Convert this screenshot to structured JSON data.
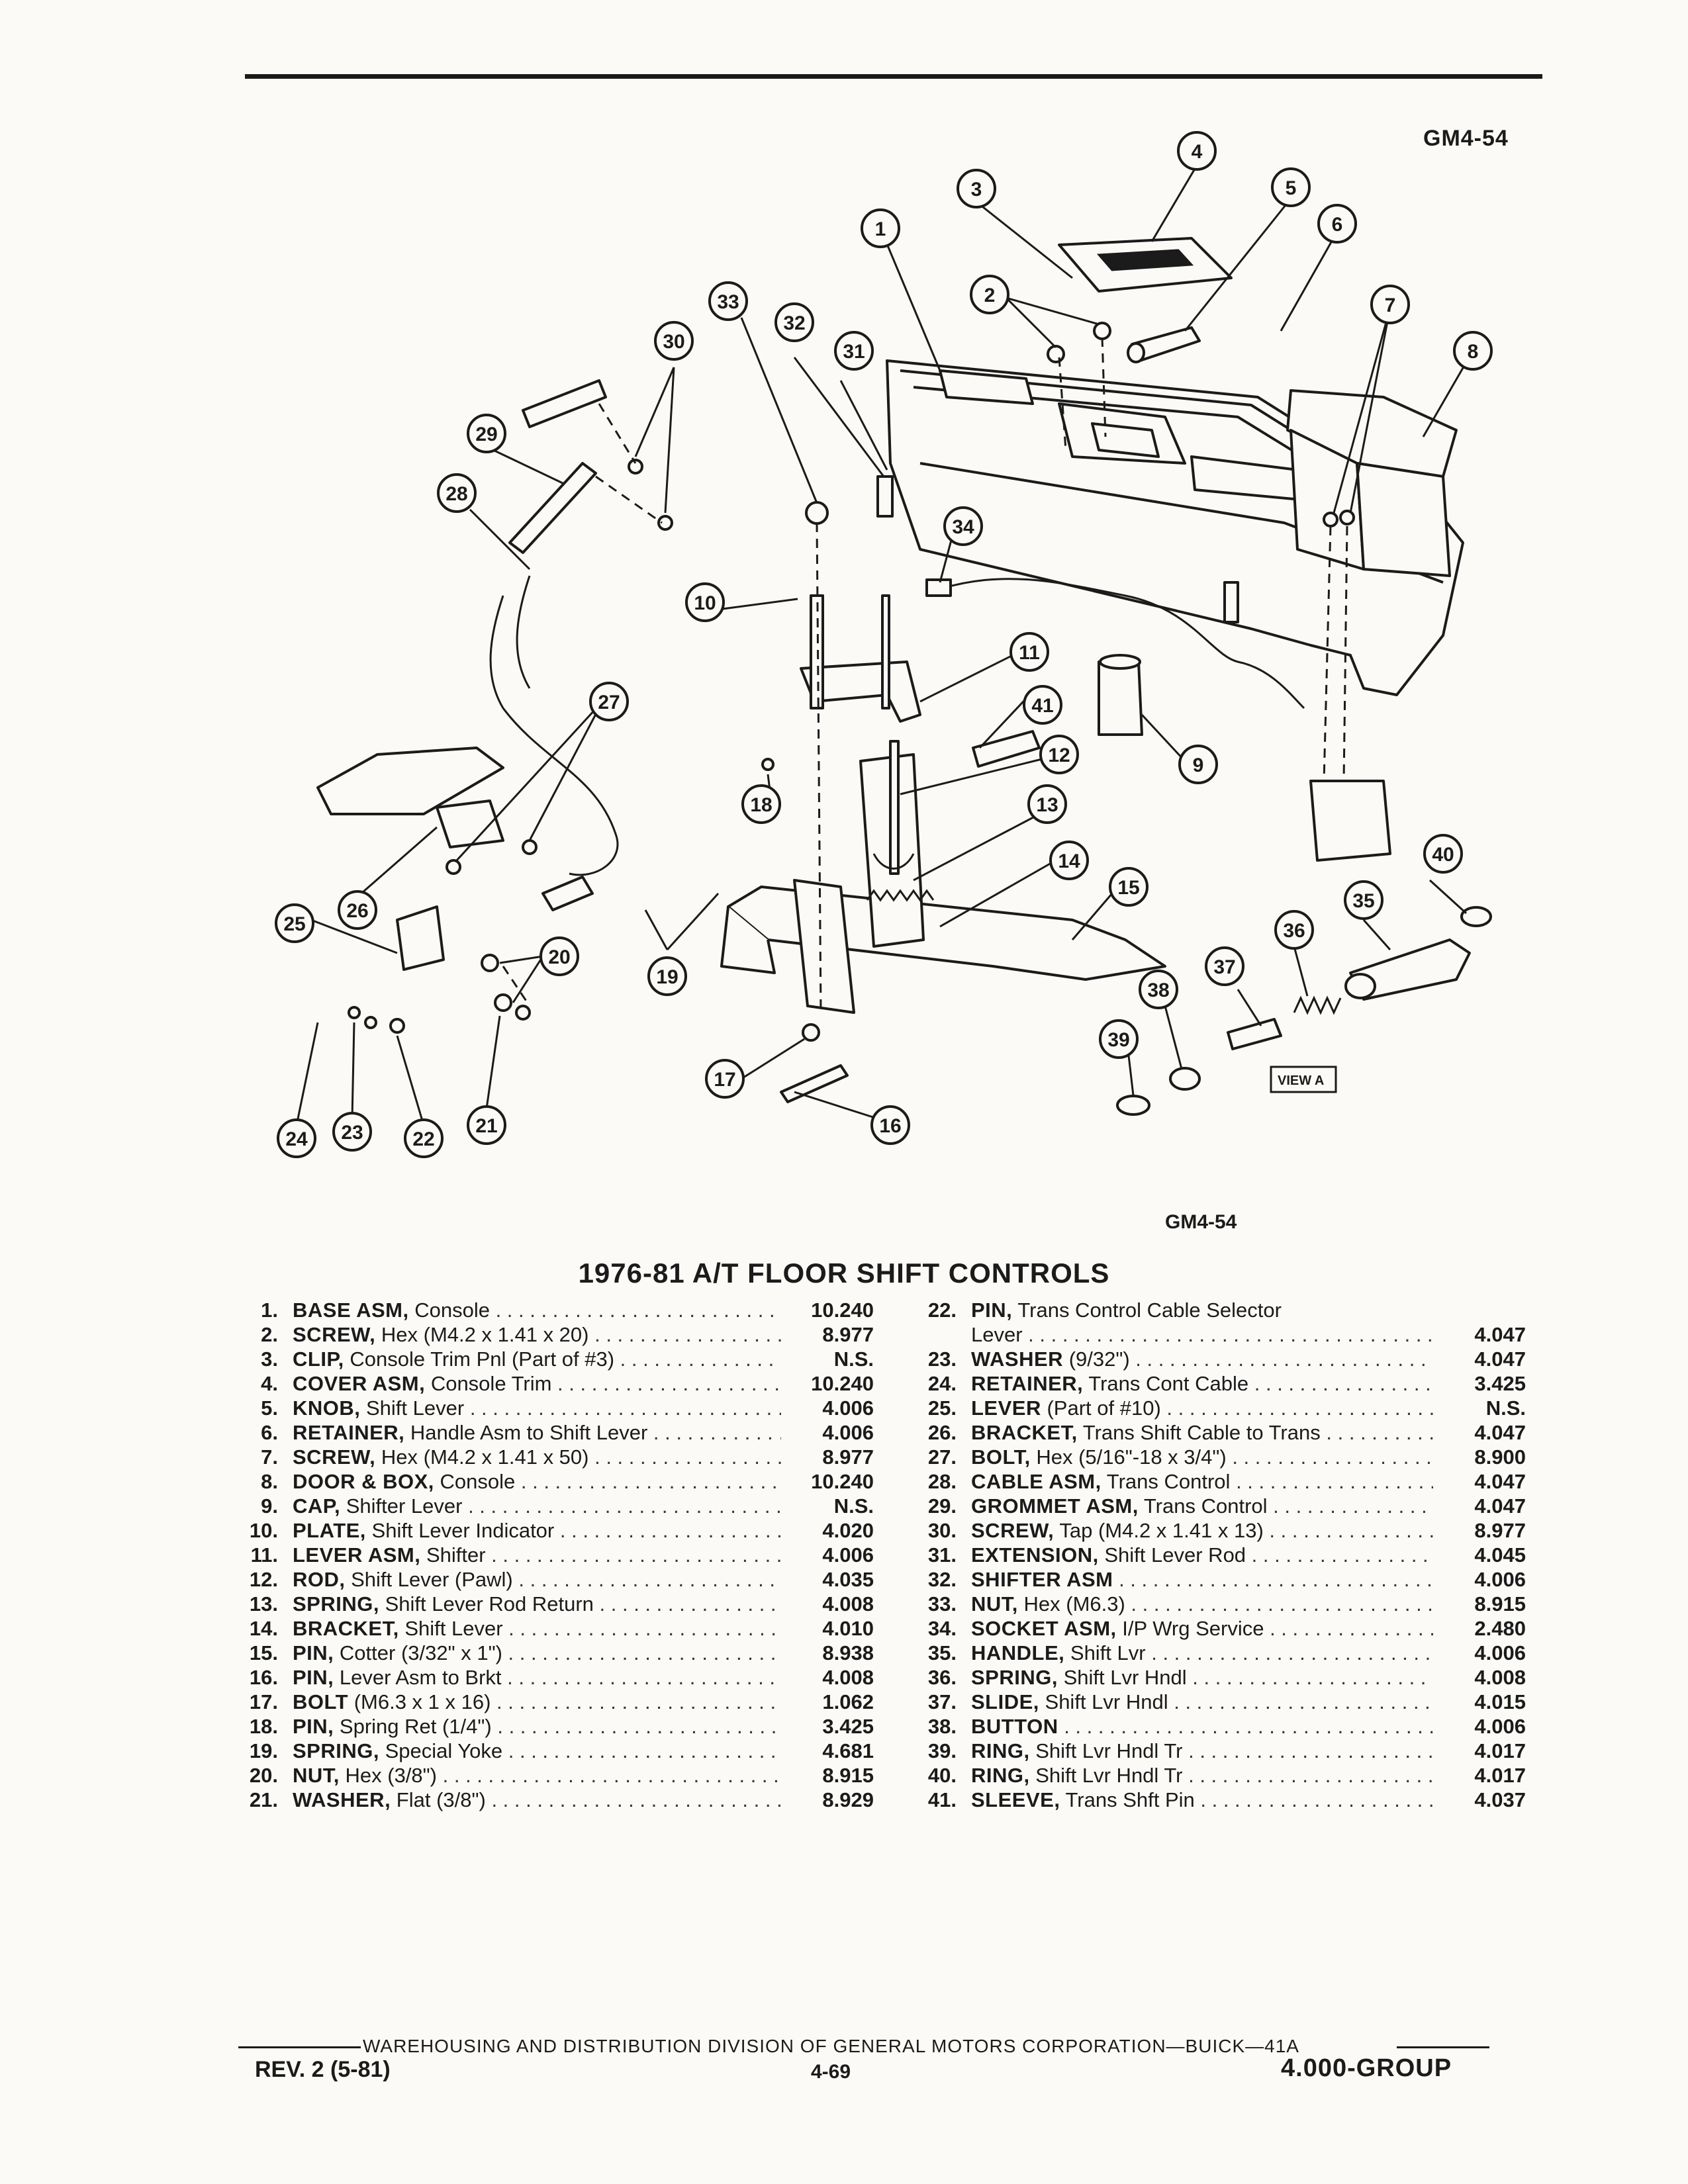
{
  "figure_id": "GM4-54",
  "table_title": "1976-81 A/T FLOOR SHIFT CONTROLS",
  "view_label": "VIEW A",
  "parts_left": [
    {
      "num": "1.",
      "name": "BASE ASM,",
      "desc": "Console",
      "code": "10.240"
    },
    {
      "num": "2.",
      "name": "SCREW,",
      "desc": "Hex (M4.2 x 1.41 x 20)",
      "code": "8.977"
    },
    {
      "num": "3.",
      "name": "CLIP,",
      "desc": "Console Trim Pnl (Part of #3)",
      "code": "N.S."
    },
    {
      "num": "4.",
      "name": "COVER ASM,",
      "desc": "Console Trim",
      "code": "10.240"
    },
    {
      "num": "5.",
      "name": "KNOB,",
      "desc": "Shift Lever",
      "code": "4.006"
    },
    {
      "num": "6.",
      "name": "RETAINER,",
      "desc": "Handle Asm to Shift Lever",
      "code": "4.006"
    },
    {
      "num": "7.",
      "name": "SCREW,",
      "desc": "Hex (M4.2 x 1.41 x 50)",
      "code": "8.977"
    },
    {
      "num": "8.",
      "name": "DOOR & BOX,",
      "desc": "Console",
      "code": "10.240"
    },
    {
      "num": "9.",
      "name": "CAP,",
      "desc": "Shifter Lever",
      "code": "N.S."
    },
    {
      "num": "10.",
      "name": "PLATE,",
      "desc": "Shift Lever Indicator",
      "code": "4.020"
    },
    {
      "num": "11.",
      "name": "LEVER ASM,",
      "desc": "Shifter",
      "code": "4.006"
    },
    {
      "num": "12.",
      "name": "ROD,",
      "desc": "Shift Lever (Pawl)",
      "code": "4.035"
    },
    {
      "num": "13.",
      "name": "SPRING,",
      "desc": "Shift Lever Rod Return",
      "code": "4.008"
    },
    {
      "num": "14.",
      "name": "BRACKET,",
      "desc": "Shift Lever",
      "code": "4.010"
    },
    {
      "num": "15.",
      "name": "PIN,",
      "desc": "Cotter (3/32\" x 1\")",
      "code": "8.938"
    },
    {
      "num": "16.",
      "name": "PIN,",
      "desc": "Lever Asm to Brkt",
      "code": "4.008"
    },
    {
      "num": "17.",
      "name": "BOLT",
      "desc": "(M6.3 x 1 x 16)",
      "code": "1.062"
    },
    {
      "num": "18.",
      "name": "PIN,",
      "desc": "Spring Ret (1/4\")",
      "code": "3.425"
    },
    {
      "num": "19.",
      "name": "SPRING,",
      "desc": "Special Yoke",
      "code": "4.681"
    },
    {
      "num": "20.",
      "name": "NUT,",
      "desc": "Hex (3/8\")",
      "code": "8.915"
    },
    {
      "num": "21.",
      "name": "WASHER,",
      "desc": "Flat (3/8\")",
      "code": "8.929"
    }
  ],
  "parts_right": [
    {
      "num": "22.",
      "name": "PIN,",
      "desc": "Trans Control Cable Selector",
      "code": ""
    },
    {
      "num": "",
      "name": "",
      "desc": "Lever",
      "code": "4.047"
    },
    {
      "num": "23.",
      "name": "WASHER",
      "desc": "(9/32\")",
      "code": "4.047"
    },
    {
      "num": "24.",
      "name": "RETAINER,",
      "desc": "Trans Cont Cable",
      "code": "3.425"
    },
    {
      "num": "25.",
      "name": "LEVER",
      "desc": "(Part of #10)",
      "code": "N.S."
    },
    {
      "num": "26.",
      "name": "BRACKET,",
      "desc": "Trans Shift Cable to Trans",
      "code": "4.047"
    },
    {
      "num": "27.",
      "name": "BOLT,",
      "desc": "Hex (5/16\"-18 x 3/4\")",
      "code": "8.900"
    },
    {
      "num": "28.",
      "name": "CABLE ASM,",
      "desc": "Trans Control",
      "code": "4.047"
    },
    {
      "num": "29.",
      "name": "GROMMET ASM,",
      "desc": "Trans Control",
      "code": "4.047"
    },
    {
      "num": "30.",
      "name": "SCREW,",
      "desc": "Tap (M4.2 x 1.41 x 13)",
      "code": "8.977"
    },
    {
      "num": "31.",
      "name": "EXTENSION,",
      "desc": "Shift Lever Rod",
      "code": "4.045"
    },
    {
      "num": "32.",
      "name": "SHIFTER ASM",
      "desc": "",
      "code": "4.006"
    },
    {
      "num": "33.",
      "name": "NUT,",
      "desc": "Hex (M6.3)",
      "code": "8.915"
    },
    {
      "num": "34.",
      "name": "SOCKET ASM,",
      "desc": "I/P Wrg Service",
      "code": "2.480"
    },
    {
      "num": "35.",
      "name": "HANDLE,",
      "desc": "Shift Lvr",
      "code": "4.006"
    },
    {
      "num": "36.",
      "name": "SPRING,",
      "desc": "Shift Lvr Hndl",
      "code": "4.008"
    },
    {
      "num": "37.",
      "name": "SLIDE,",
      "desc": "Shift Lvr Hndl",
      "code": "4.015"
    },
    {
      "num": "38.",
      "name": "BUTTON",
      "desc": "",
      "code": "4.006"
    },
    {
      "num": "39.",
      "name": "RING,",
      "desc": "Shift Lvr Hndl Tr",
      "code": "4.017"
    },
    {
      "num": "40.",
      "name": "RING,",
      "desc": "Shift Lvr Hndl Tr",
      "code": "4.017"
    },
    {
      "num": "41.",
      "name": "SLEEVE,",
      "desc": "Trans Shft Pin",
      "code": "4.037"
    }
  ],
  "callouts": [
    "1",
    "2",
    "3",
    "4",
    "5",
    "6",
    "7",
    "8",
    "9",
    "10",
    "11",
    "12",
    "13",
    "14",
    "15",
    "16",
    "17",
    "18",
    "19",
    "20",
    "21",
    "22",
    "23",
    "24",
    "25",
    "26",
    "27",
    "28",
    "29",
    "30",
    "31",
    "32",
    "33",
    "34",
    "35",
    "36",
    "37",
    "38",
    "39",
    "40",
    "41"
  ],
  "footer": {
    "line": "WAREHOUSING AND DISTRIBUTION DIVISION OF GENERAL MOTORS CORPORATION—BUICK—41A",
    "revision": "REV. 2 (5-81)",
    "page": "4-69",
    "group": "4.000-GROUP"
  }
}
